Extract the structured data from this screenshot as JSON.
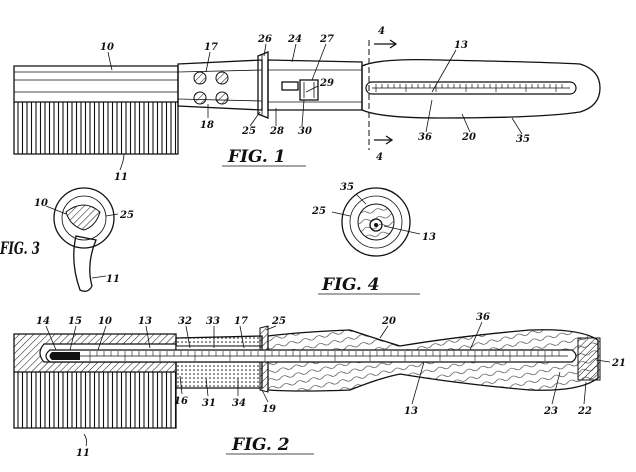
{
  "figures": {
    "fig1": {
      "caption": "FIG. 1",
      "refs": [
        "10",
        "17",
        "26",
        "24",
        "27",
        "13",
        "29",
        "18",
        "25",
        "28",
        "30",
        "36",
        "20",
        "35",
        "11"
      ],
      "section_marks": [
        "4",
        "4"
      ]
    },
    "fig2": {
      "caption": "FIG. 2",
      "refs": [
        "14",
        "15",
        "10",
        "13",
        "32",
        "33",
        "17",
        "25",
        "20",
        "36",
        "21",
        "16",
        "31",
        "34",
        "19",
        "13",
        "23",
        "22",
        "11"
      ]
    },
    "fig3": {
      "caption": "FIG. 3",
      "refs": [
        "10",
        "25",
        "11"
      ]
    },
    "fig4": {
      "caption": "FIG. 4",
      "refs": [
        "35",
        "25",
        "13"
      ]
    }
  }
}
